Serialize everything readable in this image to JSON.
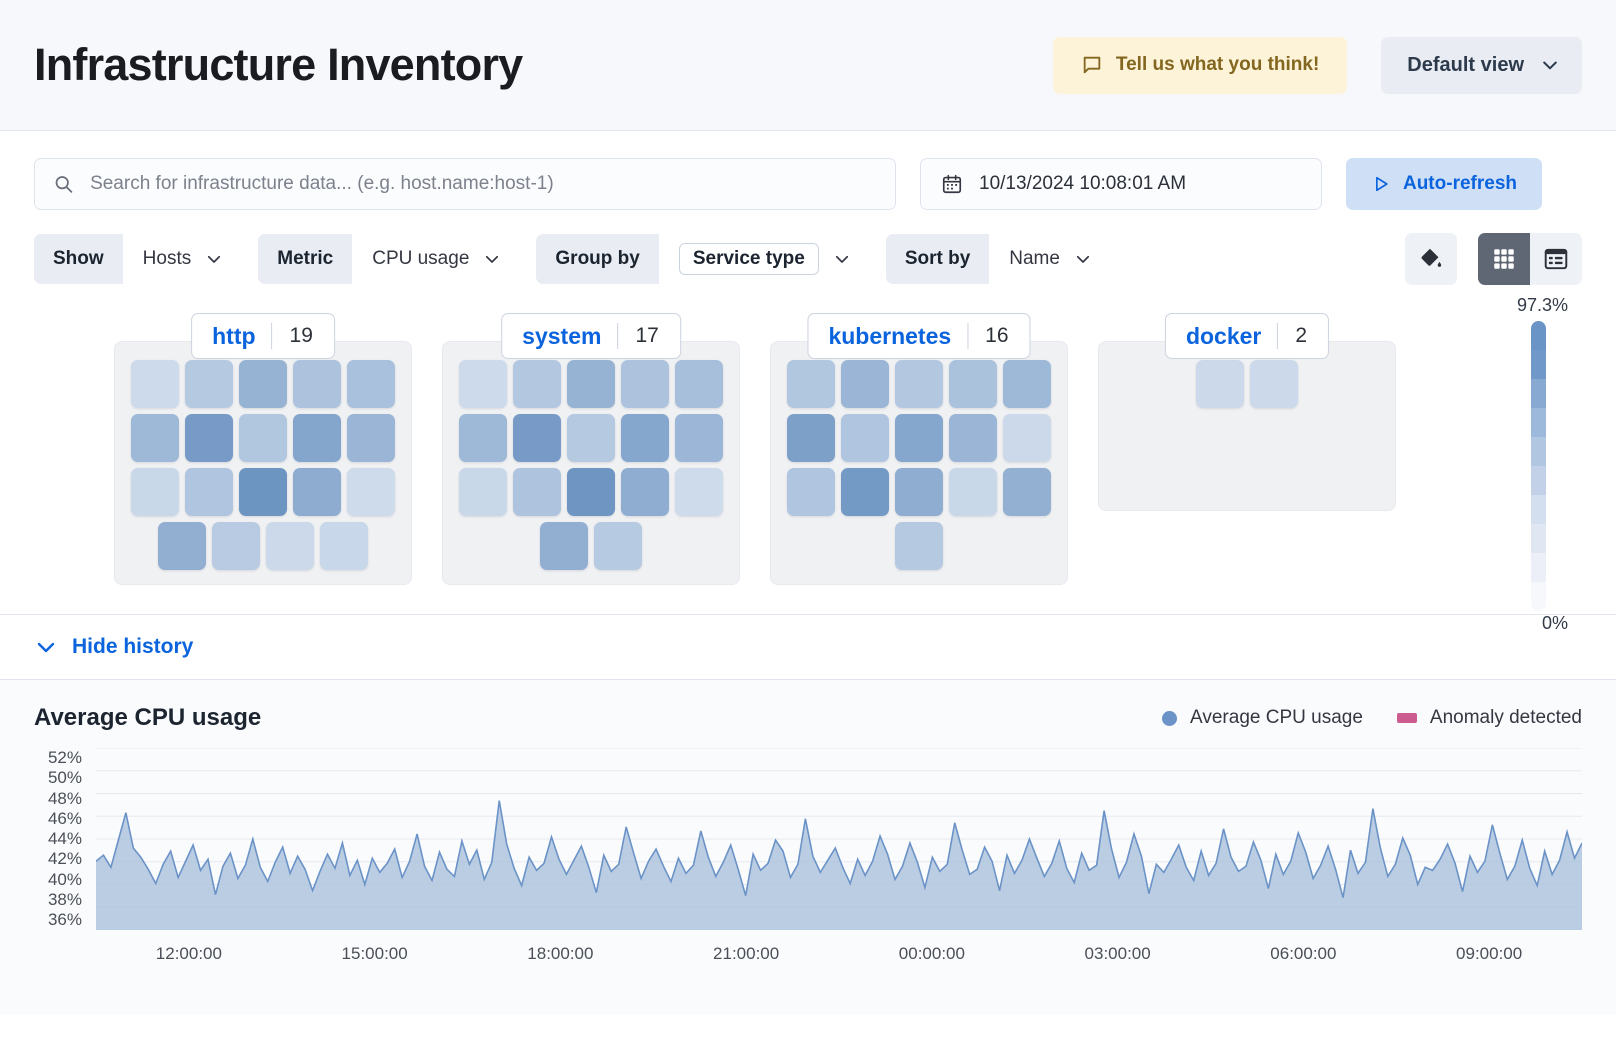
{
  "header": {
    "title": "Infrastructure Inventory",
    "feedback_label": "Tell us what you think!",
    "feedback_icon": "comment-icon",
    "view_label": "Default view",
    "view_icon": "chevron-down-icon"
  },
  "toolbar": {
    "search": {
      "placeholder": "Search for infrastructure data... (e.g. host.name:host-1)",
      "value": "",
      "icon": "search-icon"
    },
    "date": {
      "value": "10/13/2024 10:08:01 AM",
      "icon": "calendar-icon"
    },
    "refresh": {
      "label": "Auto-refresh",
      "icon": "play-icon"
    },
    "filters": [
      {
        "label": "Show",
        "value": "Hosts",
        "boxed": false
      },
      {
        "label": "Metric",
        "value": "CPU usage",
        "boxed": false
      },
      {
        "label": "Group by",
        "value": "Service type",
        "boxed": true
      },
      {
        "label": "Sort by",
        "value": "Name",
        "boxed": false
      }
    ],
    "palette_icon": "color-fill-icon",
    "view_toggle": [
      {
        "icon": "grid-view-icon",
        "active": true
      },
      {
        "icon": "table-view-icon",
        "active": false
      }
    ]
  },
  "waffle": {
    "groups": [
      {
        "name": "http",
        "count": "19",
        "values": [
          0.18,
          0.33,
          0.52,
          0.38,
          0.4,
          0.47,
          0.72,
          0.35,
          0.63,
          0.5,
          0.2,
          0.36,
          0.78,
          0.58,
          0.17,
          0.55,
          0.31,
          0.19,
          0.21
        ]
      },
      {
        "name": "system",
        "count": "17",
        "values": [
          0.18,
          0.34,
          0.52,
          0.38,
          0.41,
          0.47,
          0.72,
          0.33,
          0.62,
          0.49,
          0.2,
          0.37,
          0.77,
          0.57,
          0.17,
          0.55,
          0.32
        ]
      },
      {
        "name": "kubernetes",
        "count": "16",
        "values": [
          0.35,
          0.5,
          0.34,
          0.39,
          0.47,
          0.68,
          0.36,
          0.62,
          0.5,
          0.19,
          0.36,
          0.74,
          0.57,
          0.2,
          0.54,
          0.33
        ]
      },
      {
        "name": "docker",
        "count": "2",
        "values": [
          0.19,
          0.19
        ]
      }
    ],
    "legend": {
      "max_label": "97.3%",
      "min_label": "0%",
      "stops": [
        "#6a93c6",
        "#7099c9",
        "#87a9d2",
        "#9cb8da",
        "#b0c6e1",
        "#c2d1e7",
        "#d3deee",
        "#e0e7f2",
        "#eceff7",
        "#f6f8fc"
      ]
    }
  },
  "history": {
    "toggle_label": "Hide history",
    "toggle_icon": "chevron-down-icon"
  },
  "chart_data": {
    "type": "area",
    "title": "Average CPU usage",
    "xlabel": "",
    "ylabel": "",
    "ylim": [
      35,
      53
    ],
    "grid": true,
    "legend_position": "top-right",
    "legend": [
      {
        "name": "Average CPU usage",
        "color": "#6b93c7",
        "marker": "circle"
      },
      {
        "name": "Anomaly detected",
        "color": "#cc5c90",
        "marker": "square"
      }
    ],
    "yticks": [
      "52%",
      "50%",
      "48%",
      "46%",
      "44%",
      "42%",
      "40%",
      "38%",
      "36%"
    ],
    "xticks": [
      "12:00:00",
      "15:00:00",
      "18:00:00",
      "21:00:00",
      "00:00:00",
      "03:00:00",
      "06:00:00",
      "09:00:00"
    ],
    "series": [
      {
        "name": "Average CPU usage",
        "color": "#6b93c7",
        "values": [
          41.8,
          42.4,
          41.2,
          43.9,
          46.6,
          43.1,
          42.2,
          41.0,
          39.6,
          41.5,
          42.8,
          40.2,
          41.8,
          43.4,
          40.9,
          42.0,
          38.5,
          41.3,
          42.6,
          40.1,
          41.4,
          44.0,
          41.2,
          39.8,
          41.7,
          43.2,
          40.6,
          42.3,
          41.0,
          38.9,
          40.8,
          42.5,
          41.1,
          43.6,
          40.4,
          41.9,
          39.5,
          42.1,
          40.7,
          41.6,
          43.0,
          40.2,
          41.8,
          44.5,
          41.3,
          39.9,
          42.7,
          41.0,
          40.3,
          43.8,
          41.5,
          42.9,
          40.0,
          41.7,
          47.8,
          43.5,
          41.1,
          39.4,
          42.2,
          40.9,
          41.6,
          44.2,
          42.0,
          40.5,
          41.9,
          43.3,
          41.2,
          38.7,
          42.4,
          40.8,
          41.5,
          45.2,
          42.6,
          40.1,
          41.8,
          43.0,
          41.3,
          39.8,
          42.1,
          40.6,
          41.4,
          44.8,
          42.2,
          40.3,
          41.7,
          43.4,
          41.0,
          38.4,
          42.5,
          40.9,
          41.6,
          43.9,
          42.8,
          40.2,
          41.5,
          46.0,
          42.3,
          40.7,
          41.9,
          43.1,
          41.2,
          39.6,
          42.0,
          40.4,
          41.8,
          44.3,
          42.5,
          40.0,
          41.3,
          43.6,
          41.7,
          39.2,
          42.2,
          40.8,
          41.5,
          45.6,
          42.9,
          40.5,
          41.0,
          43.2,
          41.8,
          38.9,
          42.4,
          40.6,
          41.9,
          44.0,
          42.1,
          40.3,
          41.6,
          43.8,
          41.1,
          39.7,
          42.6,
          40.9,
          41.4,
          46.8,
          43.0,
          40.2,
          41.7,
          44.5,
          42.3,
          38.6,
          41.5,
          40.7,
          42.0,
          43.4,
          41.2,
          39.9,
          42.8,
          40.4,
          41.6,
          45.0,
          42.2,
          40.8,
          41.3,
          43.7,
          41.9,
          39.1,
          42.5,
          40.5,
          41.8,
          44.6,
          42.7,
          40.1,
          41.4,
          43.3,
          41.0,
          38.2,
          42.9,
          40.6,
          41.7,
          47.0,
          43.1,
          40.3,
          41.5,
          44.1,
          42.4,
          39.5,
          41.2,
          40.9,
          42.0,
          43.5,
          41.6,
          38.8,
          42.3,
          40.7,
          41.8,
          45.4,
          42.6,
          40.0,
          41.3,
          43.9,
          41.1,
          39.4,
          42.8,
          40.5,
          41.9,
          44.7,
          42.1,
          43.6
        ]
      }
    ]
  }
}
